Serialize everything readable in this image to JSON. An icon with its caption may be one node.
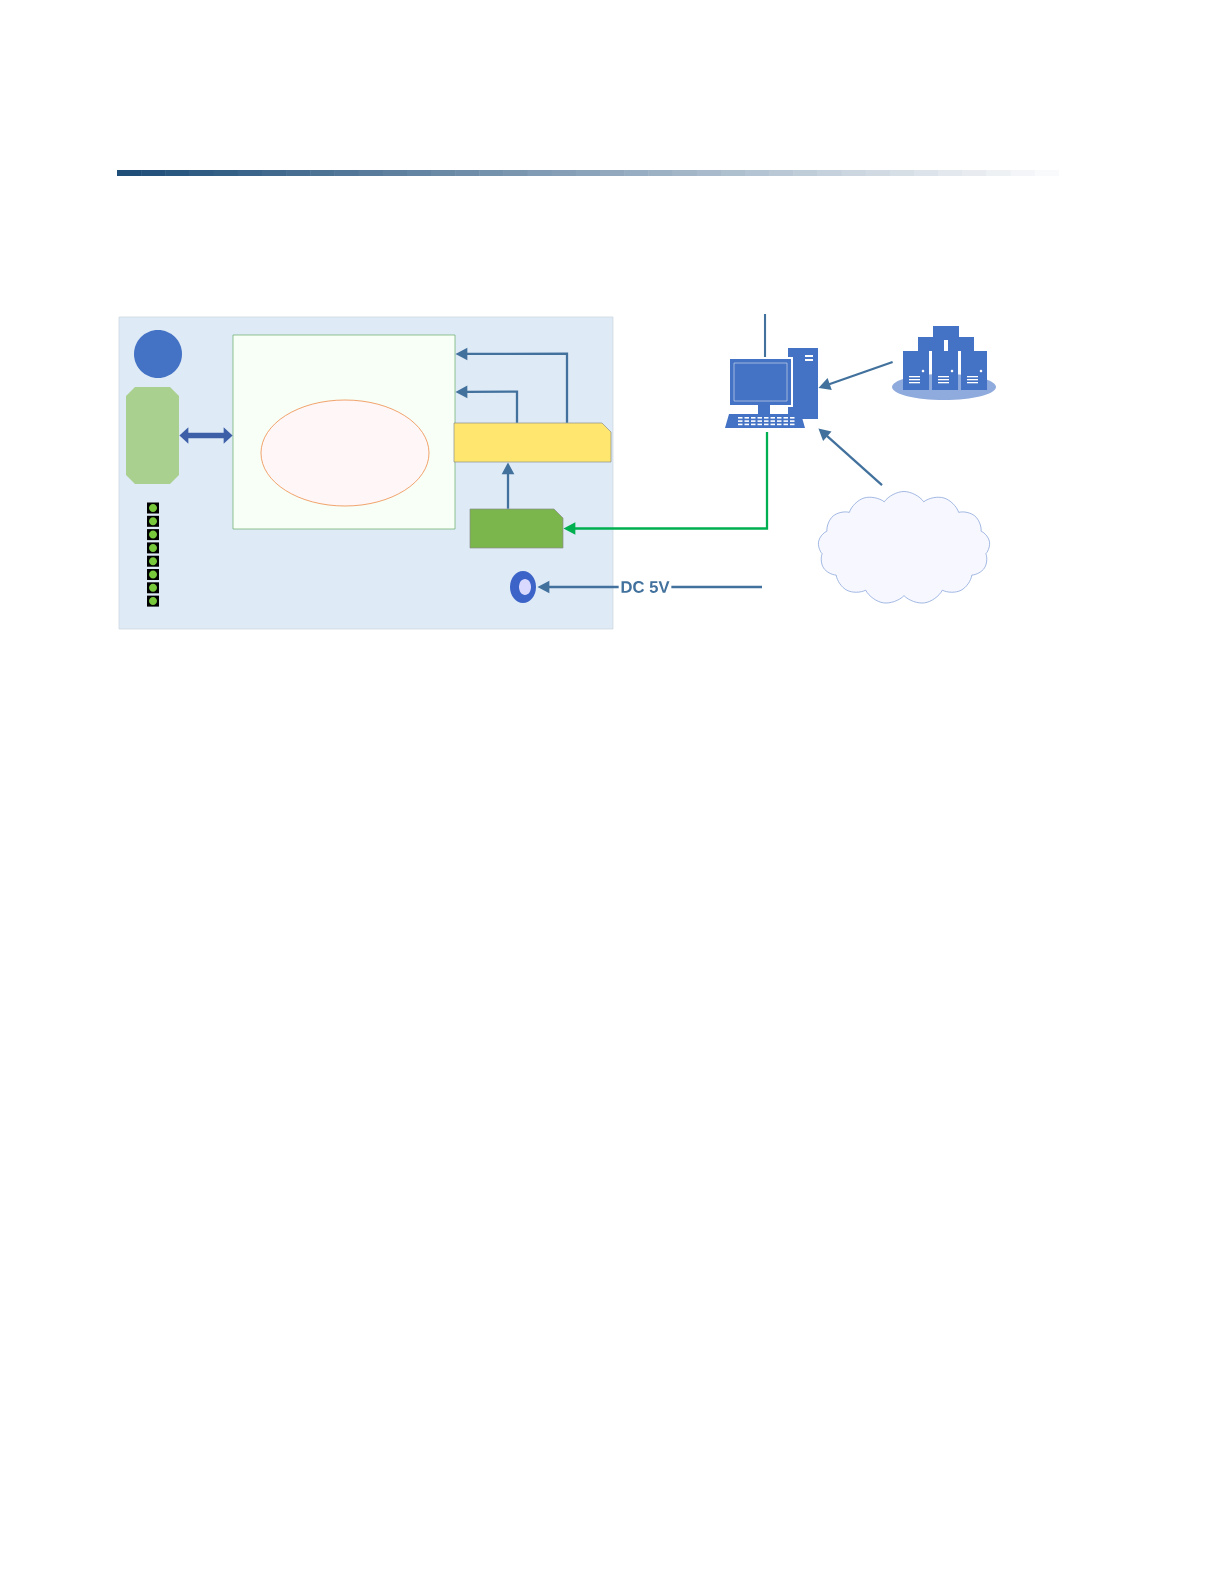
{
  "diagram": {
    "nodes": [
      {
        "text": [],
        "shape": "box"
      },
      {
        "text": [],
        "shape": "circle",
        "in": 0
      },
      {
        "text": [],
        "shape": "octagon",
        "in": 0
      },
      {
        "text": [],
        "shape": "box",
        "in": 0
      },
      {
        "text": [],
        "shape": "ellipse",
        "in": 3
      },
      {
        "text": [],
        "shape": "tab",
        "in": 0
      },
      {
        "text": [],
        "shape": "tab",
        "in": 0
      },
      {
        "text": [],
        "shape": "jack",
        "in": 0
      },
      {
        "text": [],
        "shape": "computer"
      },
      {
        "text": [],
        "shape": "server"
      },
      {
        "text": [],
        "shape": "cloud"
      }
    ],
    "edges": [
      {
        "from": 2,
        "to": 3,
        "arrow": "both",
        "style": "thick"
      },
      {
        "from": 5,
        "to": 3,
        "arrow": "to"
      },
      {
        "from": 5,
        "to": 3,
        "arrow": "to"
      },
      {
        "from": 6,
        "to": 5,
        "arrow": "to"
      },
      {
        "from": 8,
        "to": 6,
        "arrow": "to",
        "color": "#00b050"
      },
      {
        "from": null,
        "to": 7,
        "arrow": "to",
        "label": "DC 5V"
      },
      {
        "from": 9,
        "to": 8,
        "arrow": "to"
      },
      {
        "from": 10,
        "to": 8,
        "arrow": "to"
      }
    ]
  }
}
